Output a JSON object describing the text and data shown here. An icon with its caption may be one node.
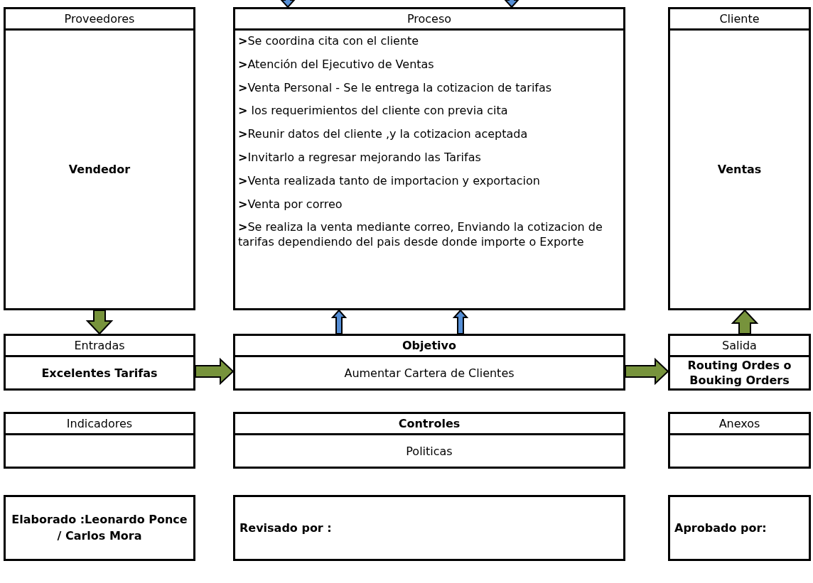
{
  "diagram": {
    "nodes": [
      {
        "text": [
          "Proveedores",
          "Vendedor"
        ]
      },
      {
        "text": [
          "Proceso",
          "**>**Se coordina cita con el cliente",
          "**>**Atención del Ejecutivo de Ventas",
          "**>**Venta Personal - Se le entrega la cotizacion de tarifas",
          "**>** los requerimientos del cliente con previa cita",
          "**>**Reunir datos del cliente ,y la cotizacion aceptada",
          "**>**Invitarlo a regresar mejorando las Tarifas",
          "**>**Venta realizada tanto de importacion y exportacion",
          "**>**Venta por correo",
          "**>**Se realiza la venta mediante correo, Enviando la cotizacion de  tarifas dependiendo del pais desde donde importe o Exporte"
        ]
      },
      {
        "text": [
          "Cliente",
          "Ventas"
        ]
      },
      {
        "text": [
          "Entradas",
          "Excelentes Tarifas"
        ]
      },
      {
        "text": [
          "Objetivo",
          "Aumentar Cartera de Clientes"
        ]
      },
      {
        "text": [
          "Salida",
          "Routing Ordes o Bouking Orders"
        ]
      },
      {
        "text": [
          "Indicadores"
        ]
      },
      {
        "text": [
          "Controles",
          "Politicas"
        ]
      },
      {
        "text": [
          "Anexos"
        ]
      },
      {
        "text": [
          "Elaborado :Leonardo Ponce / Carlos Mora"
        ]
      },
      {
        "text": [
          "Revisado por :"
        ]
      },
      {
        "text": [
          "Aprobado por:"
        ]
      }
    ],
    "edges": [
      {
        "from": 0,
        "to": 3,
        "arrow": "to"
      },
      {
        "from": 3,
        "to": 4,
        "arrow": "to"
      },
      {
        "from": 4,
        "to": 5,
        "arrow": "to"
      },
      {
        "from": 5,
        "to": 2,
        "arrow": "to"
      },
      {
        "from": 4,
        "to": 1,
        "arrow": "to",
        "color": "#558ed5"
      },
      {
        "from": 4,
        "to": 1,
        "arrow": "to",
        "color": "#558ed5"
      },
      {
        "from": null,
        "to": 1,
        "arrow": "to",
        "color": "#558ed5"
      },
      {
        "from": null,
        "to": 1,
        "arrow": "to",
        "color": "#558ed5"
      }
    ]
  }
}
